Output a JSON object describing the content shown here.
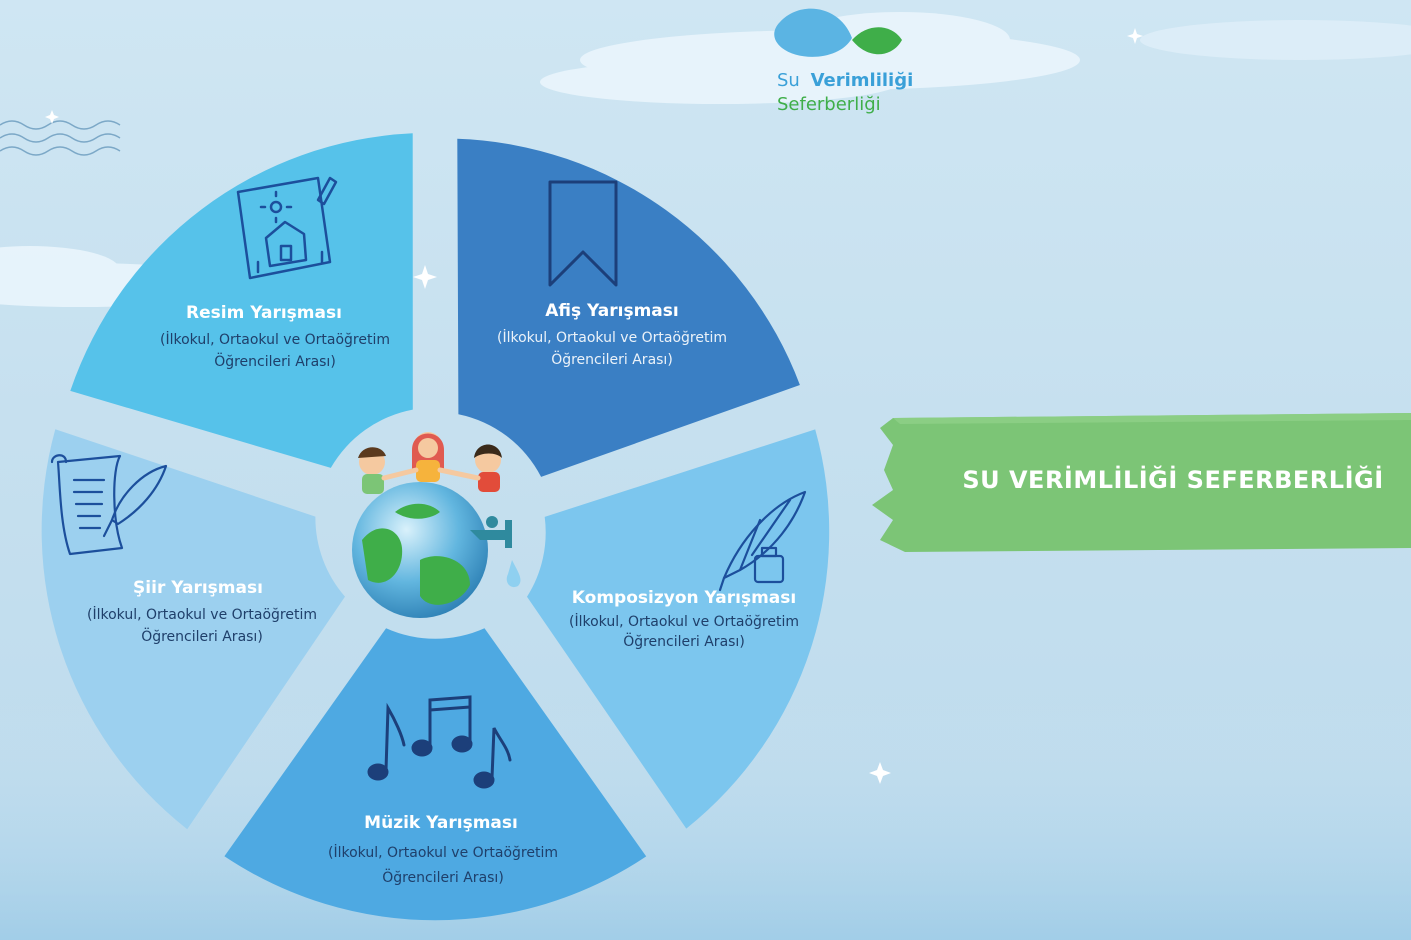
{
  "logo": {
    "line1_prefix": "Su",
    "line1_bold": "Verimliliği",
    "line2": "Seferberliği"
  },
  "banner": {
    "text": "SU VERİMLİLİĞİ SEFERBERLİĞİ"
  },
  "segments": {
    "resim": {
      "title": "Resim Yarışması",
      "sub1": "(İlkokul, Ortaokul ve Ortaöğretim",
      "sub2": "Öğrencileri Arası)",
      "color": "#56c2ea",
      "icon": "drawing-icon"
    },
    "afis": {
      "title": "Afiş Yarışması",
      "sub1": "(İlkokul, Ortaokul ve Ortaöğretim",
      "sub2": "Öğrencileri Arası)",
      "color": "#3a7fc4",
      "icon": "bookmark-icon"
    },
    "komposizyon": {
      "title": "Komposizyon Yarışması",
      "sub1": "(İlkokul, Ortaokul ve Ortaöğretim",
      "sub2": "Öğrencileri Arası)",
      "color": "#7cc6ee",
      "icon": "quill-ink-icon"
    },
    "muzik": {
      "title": "Müzik Yarışması",
      "sub1": "(İlkokul, Ortaokul ve Ortaöğretim",
      "sub2": "Öğrencileri Arası)",
      "color": "#4ea9e2",
      "icon": "music-notes-icon"
    },
    "siir": {
      "title": "Şiir Yarışması",
      "sub1": "(İlkokul, Ortaokul ve Ortaöğretim",
      "sub2": "Öğrencileri Arası)",
      "color": "#9cd0ef",
      "icon": "scroll-quill-icon"
    }
  },
  "center": {
    "icon": "globe-children-faucet-icon"
  },
  "colors": {
    "banner_green": "#7cc576",
    "logo_blue": "#3aa0d8",
    "logo_green": "#3fae49"
  }
}
